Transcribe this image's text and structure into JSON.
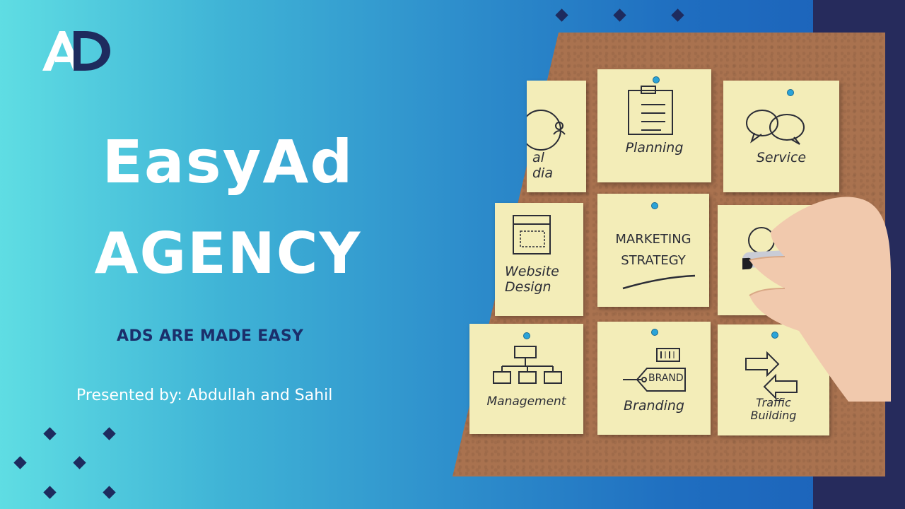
{
  "logo_text": "AD",
  "title_line1": "EasyAd",
  "title_line2": "AGENCY",
  "tagline": "ADS ARE MADE EASY",
  "presenter": "Presented by: Abdullah and Sahil",
  "colors": {
    "gradient_start": "#5fdde3",
    "gradient_end": "#1b5fb8",
    "navy": "#1e2b5e",
    "band": "#262b5c",
    "note": "#f3edb8",
    "cork": "#a9724f"
  },
  "photo": {
    "notes": {
      "social_media_partial": "al\ndia",
      "planning": "Planning",
      "service": "Service",
      "website_design": "Website\nDesign",
      "marketing_strategy": "MARKETING\nSTRATEGY",
      "management": "Management",
      "branding": "Branding",
      "brand_tag": "BRAND",
      "traffic_building": "Traffic\nBuilding"
    }
  }
}
